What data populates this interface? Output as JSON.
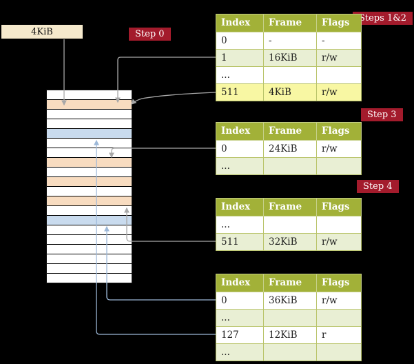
{
  "frame_box": {
    "label": "4KiB"
  },
  "step_labels": {
    "step0": "Step 0",
    "steps_1_2": "Steps 1&2",
    "step3": "Step 3",
    "step4": "Step 4"
  },
  "tables": {
    "t1": {
      "headers": [
        "Index",
        "Frame",
        "Flags"
      ],
      "rows": [
        [
          "0",
          "-",
          "-"
        ],
        [
          "1",
          "16KiB",
          "r/w"
        ],
        [
          "...",
          "",
          ""
        ],
        [
          "511",
          "4KiB",
          "r/w"
        ]
      ],
      "highlight_row": 3
    },
    "t2": {
      "headers": [
        "Index",
        "Frame",
        "Flags"
      ],
      "rows": [
        [
          "0",
          "24KiB",
          "r/w"
        ],
        [
          "...",
          "",
          ""
        ]
      ]
    },
    "t3": {
      "headers": [
        "Index",
        "Frame",
        "Flags"
      ],
      "rows": [
        [
          "...",
          "",
          ""
        ],
        [
          "511",
          "32KiB",
          "r/w"
        ]
      ]
    },
    "t4": {
      "headers": [
        "Index",
        "Frame",
        "Flags"
      ],
      "rows": [
        [
          "0",
          "36KiB",
          "r/w"
        ],
        [
          "...",
          "",
          ""
        ],
        [
          "127",
          "12KiB",
          "r"
        ],
        [
          "...",
          "",
          ""
        ]
      ]
    }
  },
  "memory": {
    "rows": [
      "free",
      "pagetable",
      "free",
      "free",
      "target",
      "free",
      "free",
      "pagetable",
      "free",
      "pagetable",
      "free",
      "pagetable",
      "free",
      "target",
      "free",
      "free",
      "free",
      "free",
      "free",
      "free"
    ]
  },
  "colors": {
    "badge_red": "#a31b2c",
    "table_header_green": "#a2b138",
    "table_row_alt_green": "#e9efd4",
    "highlight_yellow": "#f8f7a3",
    "frame_pagetable_peach": "#f8dcc0",
    "frame_target_blue": "#c9dbee",
    "frame_box_cream": "#f5e9cc",
    "arrow_gray": "#a8a8a8",
    "arrow_blue": "#9db8d8"
  }
}
